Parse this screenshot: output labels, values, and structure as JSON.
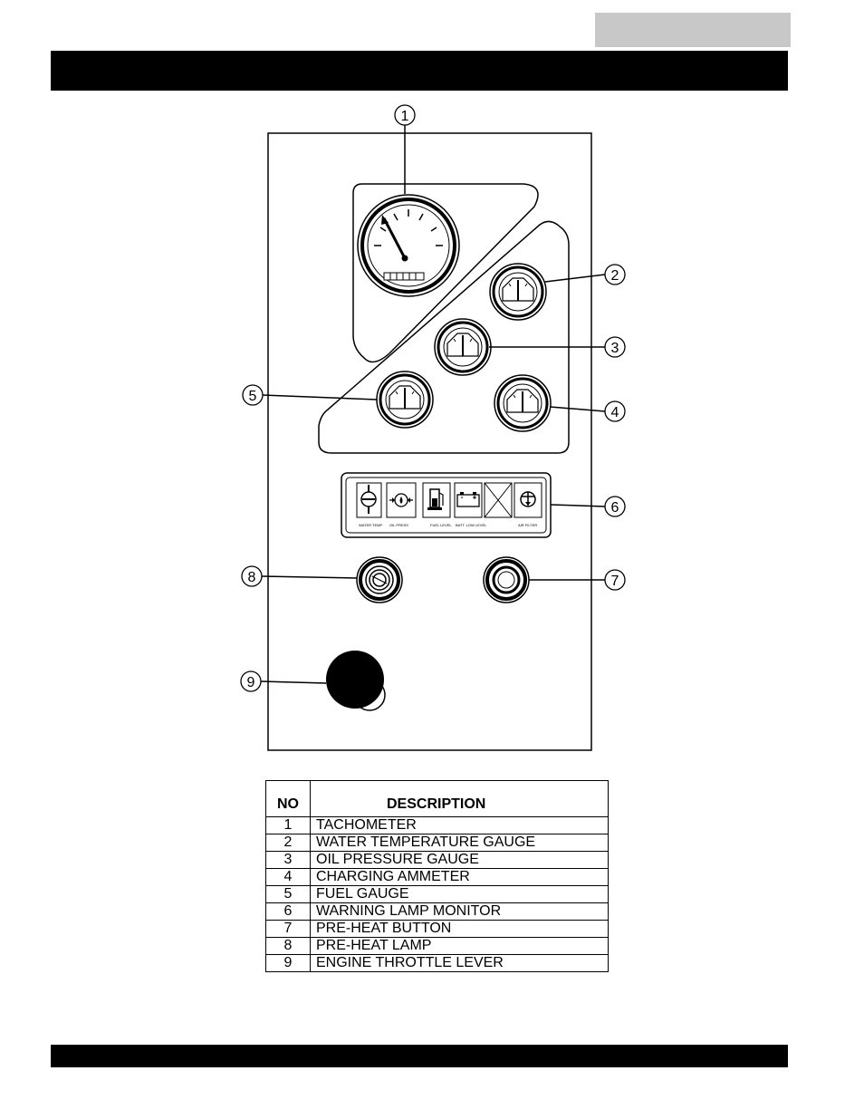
{
  "callouts": [
    "1",
    "2",
    "3",
    "4",
    "5",
    "6",
    "7",
    "8",
    "9"
  ],
  "warning_lamp_labels": [
    "WATER TEMP",
    "OIL PRESS",
    "FUEL LEVEL",
    "BATT. LOW LEVEL",
    "AIR FILTER"
  ],
  "legend": {
    "header_no": "NO",
    "header_description": "DESCRIPTION",
    "rows": [
      {
        "no": "1",
        "description": "TACHOMETER"
      },
      {
        "no": "2",
        "description": "WATER TEMPERATURE  GAUGE"
      },
      {
        "no": "3",
        "description": "OIL PRESSURE GAUGE"
      },
      {
        "no": "4",
        "description": "CHARGING AMMETER"
      },
      {
        "no": "5",
        "description": "FUEL GAUGE"
      },
      {
        "no": "6",
        "description": "WARNING LAMP MONITOR"
      },
      {
        "no": "7",
        "description": "PRE-HEAT BUTTON"
      },
      {
        "no": "8",
        "description": "PRE-HEAT LAMP"
      },
      {
        "no": "9",
        "description": "ENGINE THROTTLE LEVER"
      }
    ]
  }
}
